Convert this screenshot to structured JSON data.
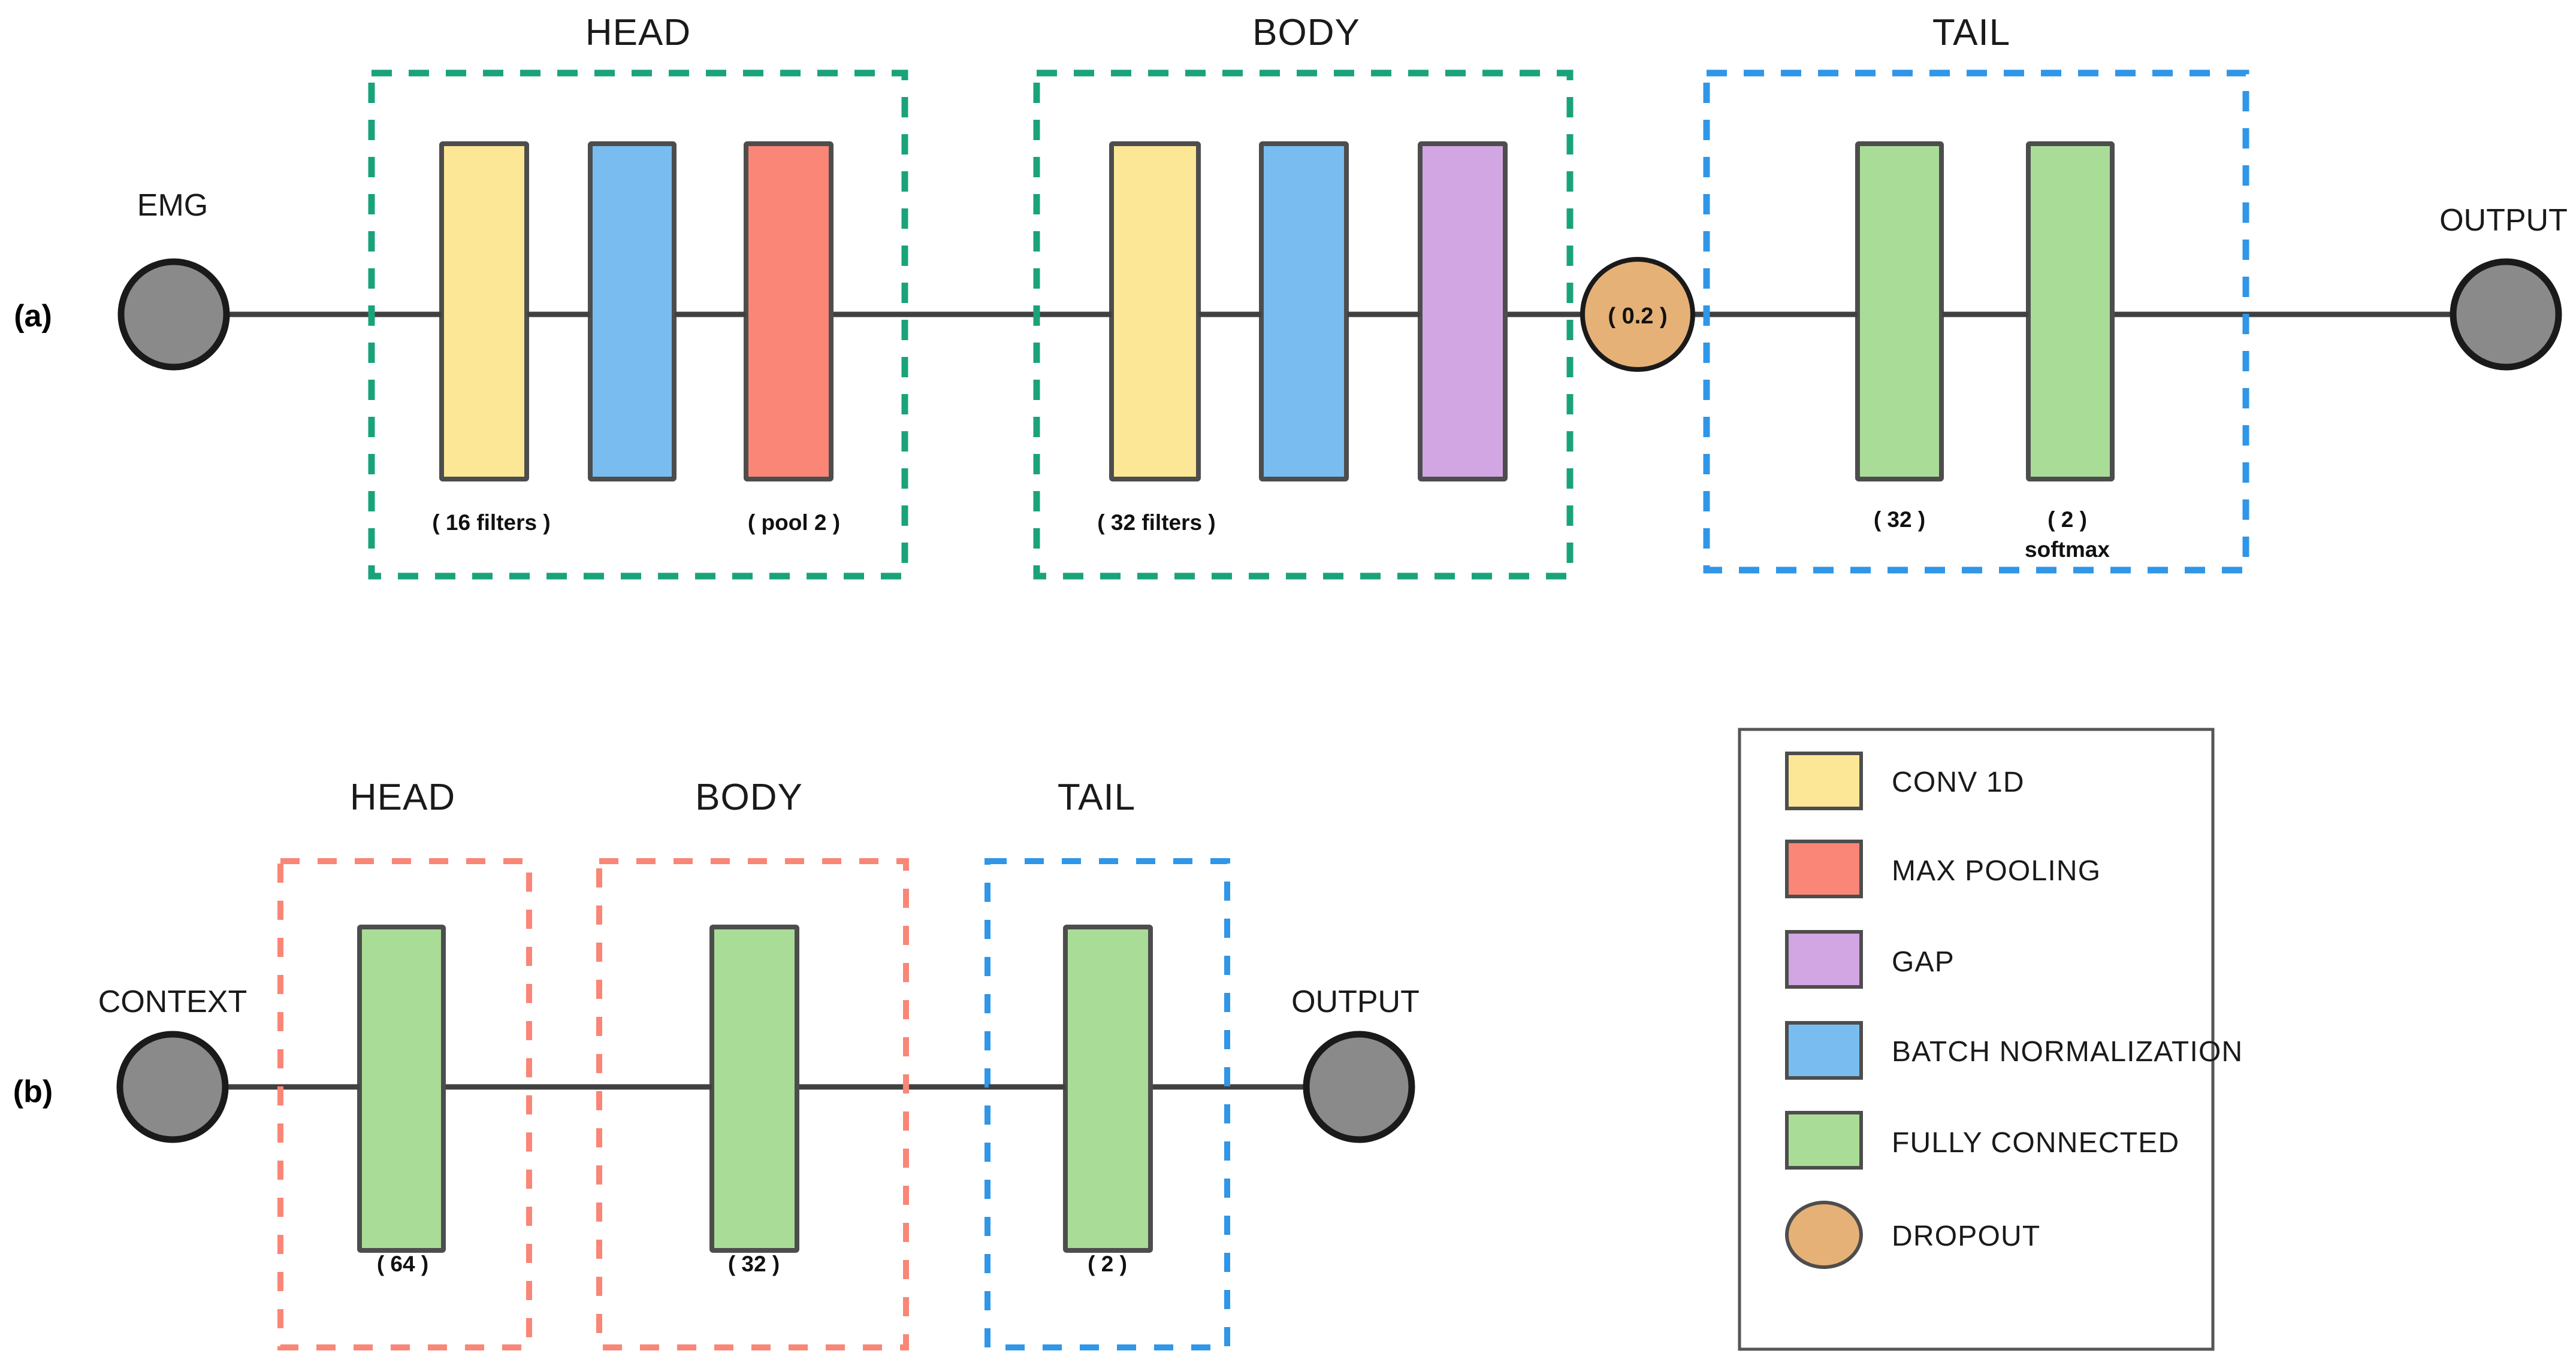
{
  "figure": {
    "panels": [
      {
        "marker": "(a)",
        "input_label": "EMG",
        "output_label": "OUTPUT",
        "sections": [
          {
            "title": "HEAD",
            "box_color": "#1aa37a",
            "blocks": [
              {
                "type": "conv1d",
                "fill": "#fce797",
                "caption": "( 16 filters )"
              },
              {
                "type": "batch-normalization",
                "fill": "#79bdf0",
                "caption": ""
              },
              {
                "type": "max-pooling",
                "fill": "#f98676",
                "caption": "( pool 2 )"
              }
            ]
          },
          {
            "title": "BODY",
            "box_color": "#1aa37a",
            "blocks": [
              {
                "type": "conv1d",
                "fill": "#fce797",
                "caption": "( 32 filters )"
              },
              {
                "type": "batch-normalization",
                "fill": "#79bdf0",
                "caption": ""
              },
              {
                "type": "gap",
                "fill": "#d2a6e3",
                "caption": ""
              }
            ]
          },
          {
            "title": "TAIL",
            "box_color": "#2f96e8",
            "blocks": [
              {
                "type": "fully-connected",
                "fill": "#a9dd97",
                "caption": "( 32 )"
              },
              {
                "type": "fully-connected",
                "fill": "#a9dd97",
                "caption": "( 2 )",
                "caption2": "softmax"
              }
            ]
          }
        ],
        "dropout": {
          "label": "( 0.2 )",
          "fill": "#e6b177"
        }
      },
      {
        "marker": "(b)",
        "input_label": "CONTEXT",
        "output_label": "OUTPUT",
        "sections": [
          {
            "title": "HEAD",
            "box_color": "#f98676",
            "blocks": [
              {
                "type": "fully-connected",
                "fill": "#a9dd97",
                "caption": "( 64 )"
              }
            ]
          },
          {
            "title": "BODY",
            "box_color": "#f98676",
            "blocks": [
              {
                "type": "fully-connected",
                "fill": "#a9dd97",
                "caption": "( 32 )"
              }
            ]
          },
          {
            "title": "TAIL",
            "box_color": "#2f96e8",
            "blocks": [
              {
                "type": "fully-connected",
                "fill": "#a9dd97",
                "caption": "( 2 )"
              }
            ]
          }
        ]
      }
    ],
    "legend": {
      "items": [
        {
          "label": "CONV 1D",
          "color": "#fce797",
          "shape": "rect"
        },
        {
          "label": "MAX POOLING",
          "color": "#f98676",
          "shape": "rect"
        },
        {
          "label": "GAP",
          "color": "#d2a6e3",
          "shape": "rect"
        },
        {
          "label": "BATCH NORMALIZATION",
          "color": "#79bdf0",
          "shape": "rect"
        },
        {
          "label": "FULLY CONNECTED",
          "color": "#a9dd97",
          "shape": "rect"
        },
        {
          "label": "DROPOUT",
          "color": "#e6b177",
          "shape": "ellipse"
        }
      ]
    },
    "colors": {
      "node_fill": "#8a8a8a",
      "node_stroke": "#1a1a1a",
      "arrow": "#404040",
      "block_stroke": "#4d4d4d",
      "legend_border": "#555555"
    }
  }
}
